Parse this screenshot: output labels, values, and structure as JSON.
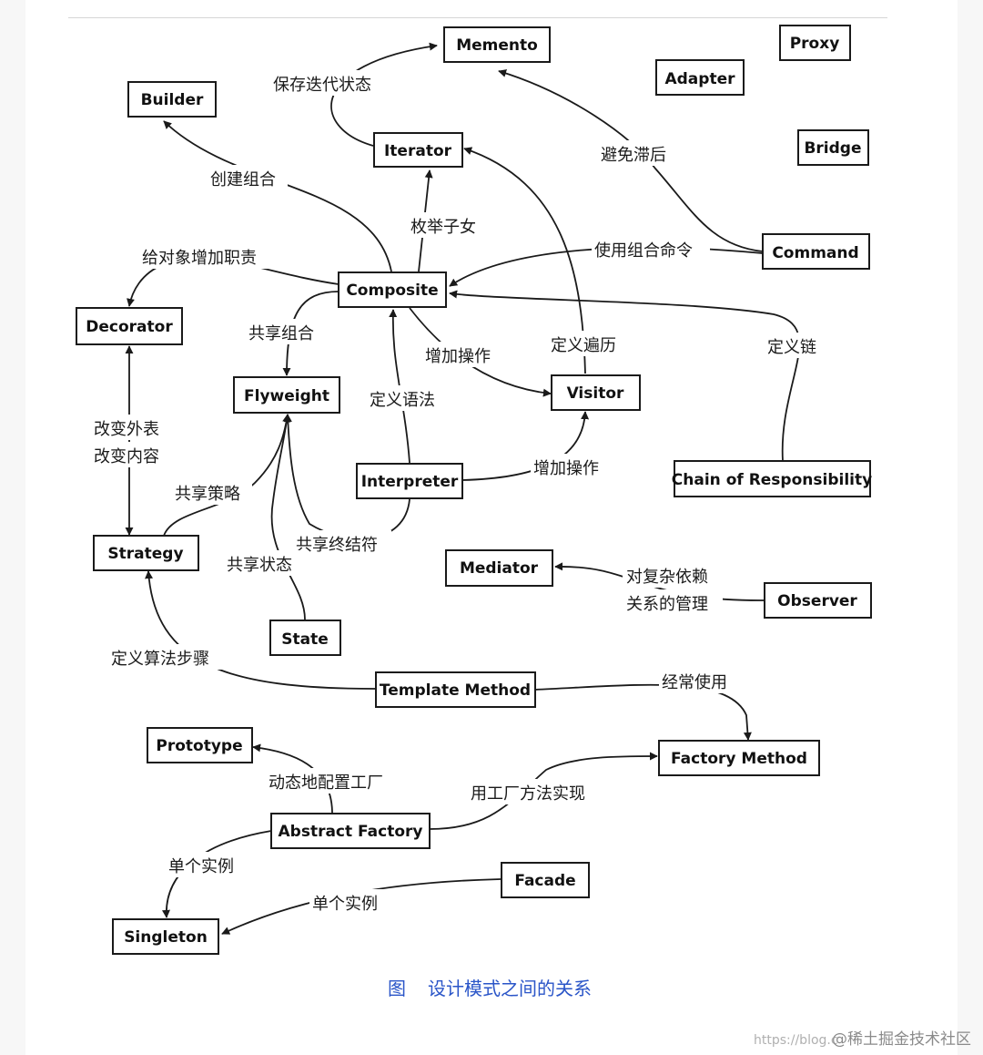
{
  "nodes": {
    "memento": "Memento",
    "proxy": "Proxy",
    "builder": "Builder",
    "adapter": "Adapter",
    "iterator": "Iterator",
    "bridge": "Bridge",
    "command": "Command",
    "composite": "Composite",
    "decorator": "Decorator",
    "flyweight": "Flyweight",
    "visitor": "Visitor",
    "interpreter": "Interpreter",
    "chain": "Chain of Responsibility",
    "strategy": "Strategy",
    "mediator": "Mediator",
    "observer": "Observer",
    "state": "State",
    "template_method": "Template Method",
    "prototype": "Prototype",
    "factory_method": "Factory Method",
    "abstract_factory": "Abstract Factory",
    "facade": "Facade",
    "singleton": "Singleton"
  },
  "relations": {
    "save_iteration_state": "保存迭代状态",
    "avoid_lag": "避免滞后",
    "create_composite": "创建组合",
    "enumerate_children": "枚举子女",
    "add_responsibility": "给对象增加职责",
    "use_composite_command": "使用组合命令",
    "share_composite": "共享组合",
    "add_operations_composite": "增加操作",
    "define_traversal": "定义遍历",
    "define_chain": "定义链",
    "change_skin": "改变外表",
    "change_guts": "改变内容",
    "define_grammar": "定义语法",
    "add_operations_interpreter": "增加操作",
    "share_strategies": "共享策略",
    "share_terminals": "共享终结符",
    "share_states": "共享状态",
    "complex_dependency_1": "对复杂依赖",
    "complex_dependency_2": "关系的管理",
    "define_algorithm_steps": "定义算法步骤",
    "often_uses": "经常使用",
    "configure_factory_dynamically": "动态地配置工厂",
    "implement_using_factory_method": "用工厂方法实现",
    "single_instance_af": "单个实例",
    "single_instance_facade": "单个实例"
  },
  "caption": {
    "figure": "图",
    "title": "设计模式之间的关系"
  },
  "watermark": {
    "url": "https://blog.c",
    "site": "@稀土掘金技术社区"
  }
}
